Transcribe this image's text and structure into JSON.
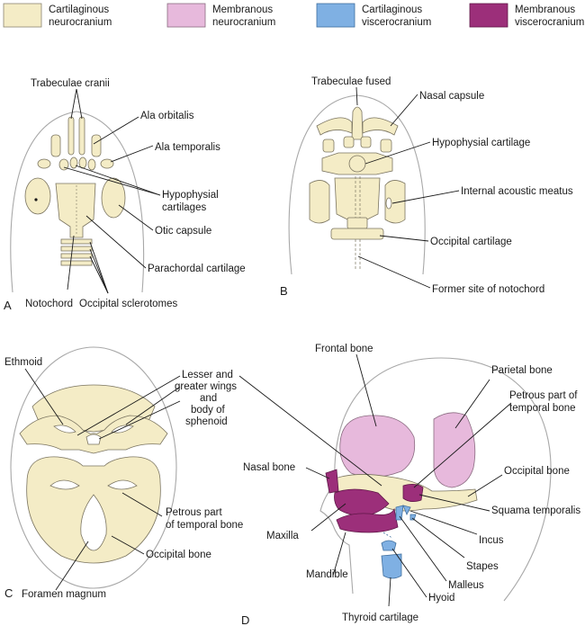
{
  "legend": [
    {
      "line1": "Cartilaginous",
      "line2": "neurocranium",
      "color": "#f4ecc6"
    },
    {
      "line1": "Membranous",
      "line2": "neurocranium",
      "color": "#e7b9dc"
    },
    {
      "line1": "Cartilaginous",
      "line2": "viscerocranium",
      "color": "#7fb0e3"
    },
    {
      "line1": "Membranous",
      "line2": "viscerocranium",
      "color": "#9c2f7a"
    }
  ],
  "panels": {
    "a": {
      "letter": "A",
      "trabeculae_cranii": "Trabeculae cranii",
      "ala_orbitalis": "Ala orbitalis",
      "ala_temporalis": "Ala temporalis",
      "hypophysial_1": "Hypophysial",
      "hypophysial_2": "cartilages",
      "otic_capsule": "Otic capsule",
      "parachordal": "Parachordal cartilage",
      "notochord": "Notochord",
      "occipital_sclerotomes": "Occipital sclerotomes"
    },
    "b": {
      "letter": "B",
      "trabeculae_fused": "Trabeculae fused",
      "nasal_capsule": "Nasal capsule",
      "hypophysial_cartilage": "Hypophysial cartilage",
      "internal_acoustic": "Internal acoustic meatus",
      "occipital_cartilage": "Occipital cartilage",
      "former_notochord": "Former site of notochord"
    },
    "c": {
      "letter": "C",
      "ethmoid": "Ethmoid",
      "sphenoid_1": "Lesser and",
      "sphenoid_2": "greater wings",
      "sphenoid_3": "and",
      "sphenoid_4": "body of",
      "sphenoid_5": "sphenoid",
      "petrous_1": "Petrous part",
      "petrous_2": "of temporal bone",
      "occipital_bone": "Occipital bone",
      "foramen_magnum": "Foramen magnum"
    },
    "d": {
      "letter": "D",
      "frontal_bone": "Frontal bone",
      "parietal_bone": "Parietal bone",
      "petrous_1": "Petrous part of",
      "petrous_2": "temporal bone",
      "occipital_bone": "Occipital bone",
      "nasal_bone": "Nasal bone",
      "squama": "Squama temporalis",
      "maxilla": "Maxilla",
      "incus": "Incus",
      "stapes": "Stapes",
      "malleus": "Malleus",
      "mandible": "Mandible",
      "hyoid": "Hyoid",
      "thyroid": "Thyroid cartilage"
    }
  }
}
